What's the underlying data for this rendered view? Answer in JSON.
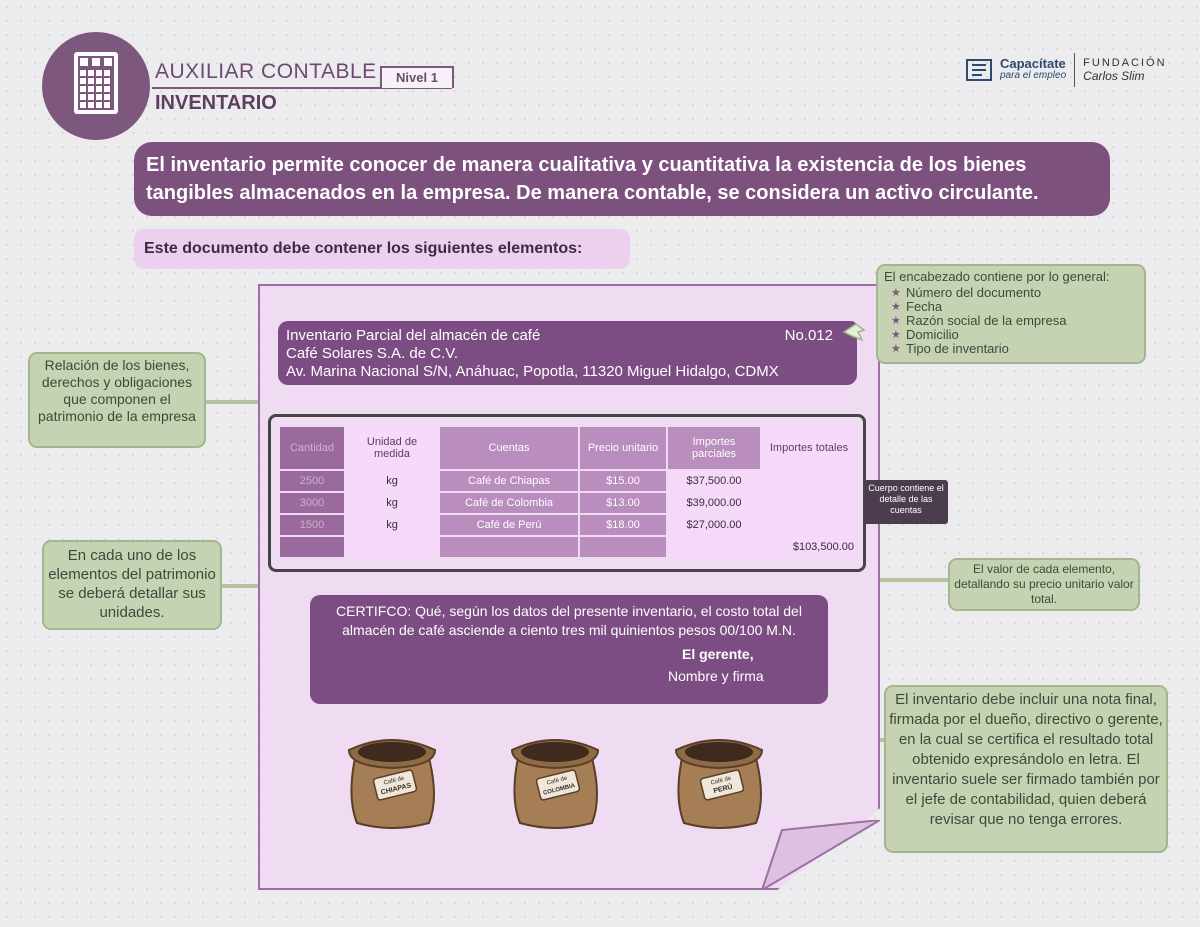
{
  "header": {
    "title": "AUXILIAR CONTABLE",
    "level": "Nivel 1",
    "subtitle": "INVENTARIO",
    "brand_main": "Capacítate",
    "brand_sub": "para el empleo",
    "brand_foundation": "FUNDACIÓN",
    "brand_foundation_sub": "Carlos Slim"
  },
  "intro": {
    "text": "El inventario permite conocer de manera cualitativa y cuantitativa la existencia de los bienes tangibles almacenados en la empresa. De manera contable, se considera un activo circulante.",
    "elements_heading": "Este documento debe contener los siguientes elementos:"
  },
  "document": {
    "title": "Inventario Parcial del almacén de café",
    "number": "No.012",
    "company": "Café Solares S.A. de C.V.",
    "address": "Av. Marina Nacional S/N, Anáhuac, Popotla, 11320 Miguel Hidalgo, CDMX",
    "table": {
      "headers": [
        "Cantidad",
        "Unidad de medida",
        "Cuentas",
        "Precio unitario",
        "Importes parciales",
        "Importes totales"
      ],
      "rows": [
        [
          "2500",
          "kg",
          "Café de Chiapas",
          "$15.00",
          "$37,500.00",
          ""
        ],
        [
          "3000",
          "kg",
          "Café de Colombia",
          "$13.00",
          "$39,000.00",
          ""
        ],
        [
          "1500",
          "kg",
          "Café de Perú",
          "$18.00",
          "$27,000.00",
          ""
        ]
      ],
      "total": "$103,500.00"
    },
    "certification": "CERTIFCO: Qué, según los datos del presente inventario, el costo total del almacén de café asciende a ciento tres mil quinientos pesos 00/100 M.N.",
    "signer_title": "El gerente,",
    "signer_name": "Nombre y firma",
    "sacks": [
      {
        "label1": "Café de",
        "label2": "CHIAPAS"
      },
      {
        "label1": "Café de",
        "label2": "COLOMBIA"
      },
      {
        "label1": "Café de",
        "label2": "PERÚ"
      }
    ]
  },
  "notes": {
    "relation": "Relación de los bienes, derechos y obligaciones que componen el patrimonio de la empresa",
    "units": "En cada uno de los elementos del patrimonio se deberá detallar sus unidades.",
    "header_title": "El encabezado contiene por lo general:",
    "header_items": [
      "Número del documento",
      "Fecha",
      "Razón social de la empresa",
      "Domicilio",
      "Tipo de inventario"
    ],
    "body": "Cuerpo contiene el detalle de las cuentas",
    "value": "El valor de cada elemento, detallando su precio unitario valor total.",
    "final": "El inventario debe incluir una nota final, firmada por el dueño, directivo o gerente, en la cual se certifica el resultado total obtenido expresándolo en letra. El inventario suele ser firmado también por el jefe de contabilidad, quien deberá revisar que no tenga errores."
  },
  "colors": {
    "primary": "#7c4d82",
    "light": "#efdcf3",
    "note_green": "#c5d3b3"
  }
}
